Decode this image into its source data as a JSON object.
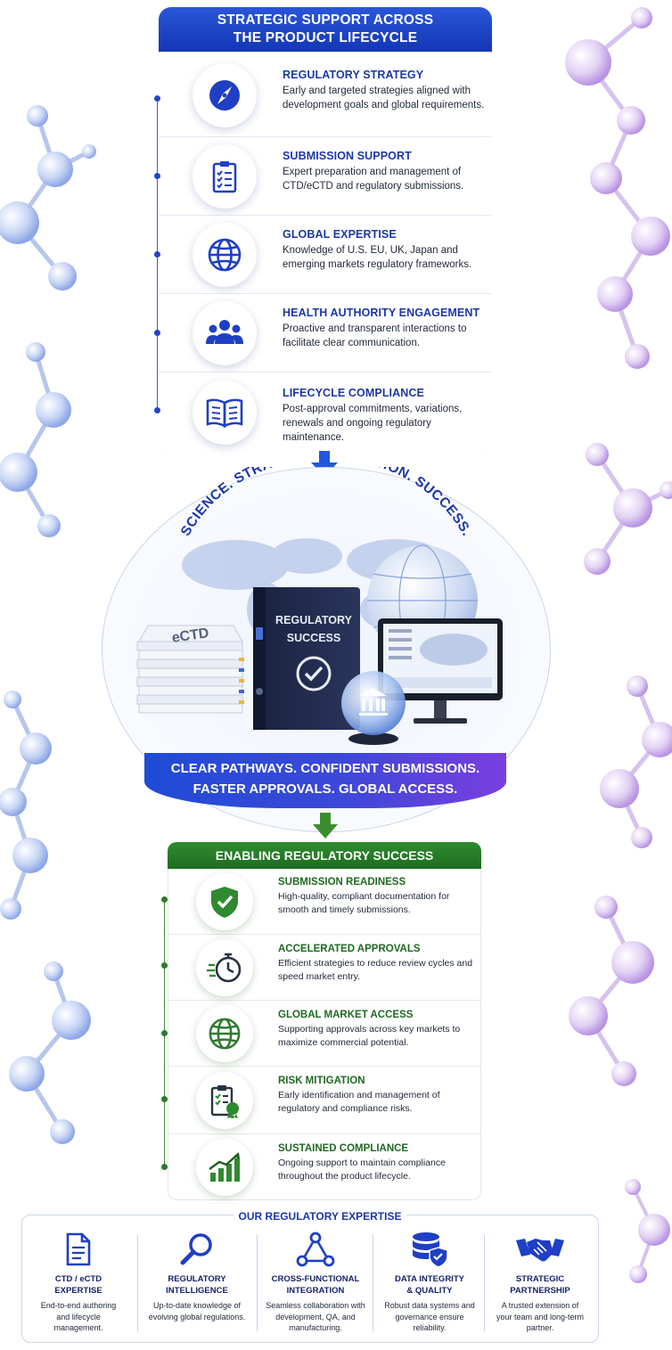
{
  "top": {
    "header_line1": "STRATEGIC SUPPORT ACROSS",
    "header_line2": "THE PRODUCT LIFECYCLE",
    "items": [
      {
        "title": "REGULATORY STRATEGY",
        "desc": "Early and targeted strategies aligned with development goals and global requirements.",
        "icon": "compass-icon"
      },
      {
        "title": "SUBMISSION SUPPORT",
        "desc": "Expert preparation and management of CTD/eCTD and regulatory submissions.",
        "icon": "clipboard-checklist-icon"
      },
      {
        "title": "GLOBAL EXPERTISE",
        "desc": "Knowledge of U.S. EU, UK, Japan and emerging markets regulatory frameworks.",
        "icon": "globe-icon"
      },
      {
        "title": "HEALTH AUTHORITY ENGAGEMENT",
        "desc": "Proactive and transparent interactions to facilitate clear communication.",
        "icon": "people-group-icon"
      },
      {
        "title": "LIFECYCLE COMPLIANCE",
        "desc": "Post-approval commitments, variations, renewals and ongoing regulatory maintenance.",
        "icon": "open-book-icon"
      }
    ]
  },
  "hero": {
    "arc_text": "SCIENCE. STRATEGY. SUBMISSION. SUCCESS.",
    "binder_line1": "REGULATORY",
    "binder_line2": "SUCCESS",
    "stack_label": "eCTD",
    "slogan_line1": "CLEAR PATHWAYS. CONFIDENT SUBMISSIONS.",
    "slogan_line2": "FASTER APPROVALS. GLOBAL ACCESS."
  },
  "green": {
    "header": "ENABLING REGULATORY SUCCESS",
    "items": [
      {
        "title": "SUBMISSION READINESS",
        "desc": "High-quality, compliant documentation for smooth and timely submissions.",
        "icon": "shield-check-icon"
      },
      {
        "title": "ACCELERATED APPROVALS",
        "desc": "Efficient strategies to reduce review cycles and speed market entry.",
        "icon": "stopwatch-icon"
      },
      {
        "title": "GLOBAL MARKET ACCESS",
        "desc": "Supporting approvals across key markets to maximize commercial potential.",
        "icon": "globe-icon"
      },
      {
        "title": "RISK MITIGATION",
        "desc": "Early identification and management of regulatory and compliance risks.",
        "icon": "checklist-badge-icon"
      },
      {
        "title": "SUSTAINED COMPLIANCE",
        "desc": "Ongoing support to maintain compliance throughout the product lifecycle.",
        "icon": "growth-chart-icon"
      }
    ]
  },
  "expertise": {
    "title": "OUR REGULATORY EXPERTISE",
    "items": [
      {
        "title1": "CTD / eCTD",
        "title2": "EXPERTISE",
        "desc": "End-to-end authoring and lifecycle management.",
        "icon": "document-icon"
      },
      {
        "title1": "REGULATORY",
        "title2": "INTELLIGENCE",
        "desc": "Up-to-date knowledge of evolving global regulations.",
        "icon": "magnifier-icon"
      },
      {
        "title1": "CROSS-FUNCTIONAL",
        "title2": "INTEGRATION",
        "desc": "Seamless collaboration with development, QA, and manufacturing.",
        "icon": "network-triangle-icon"
      },
      {
        "title1": "DATA INTEGRITY",
        "title2": "& QUALITY",
        "desc": "Robust data systems and governance ensure reliability.",
        "icon": "database-shield-icon"
      },
      {
        "title1": "STRATEGIC",
        "title2": "PARTNERSHIP",
        "desc": "A trusted extension of your team and long-term partner.",
        "icon": "handshake-icon"
      }
    ]
  },
  "colors": {
    "primary_blue": "#1c37a8",
    "header_blue": "#1436b8",
    "green": "#1f6d22",
    "purple_accent": "#7a3ee0"
  }
}
